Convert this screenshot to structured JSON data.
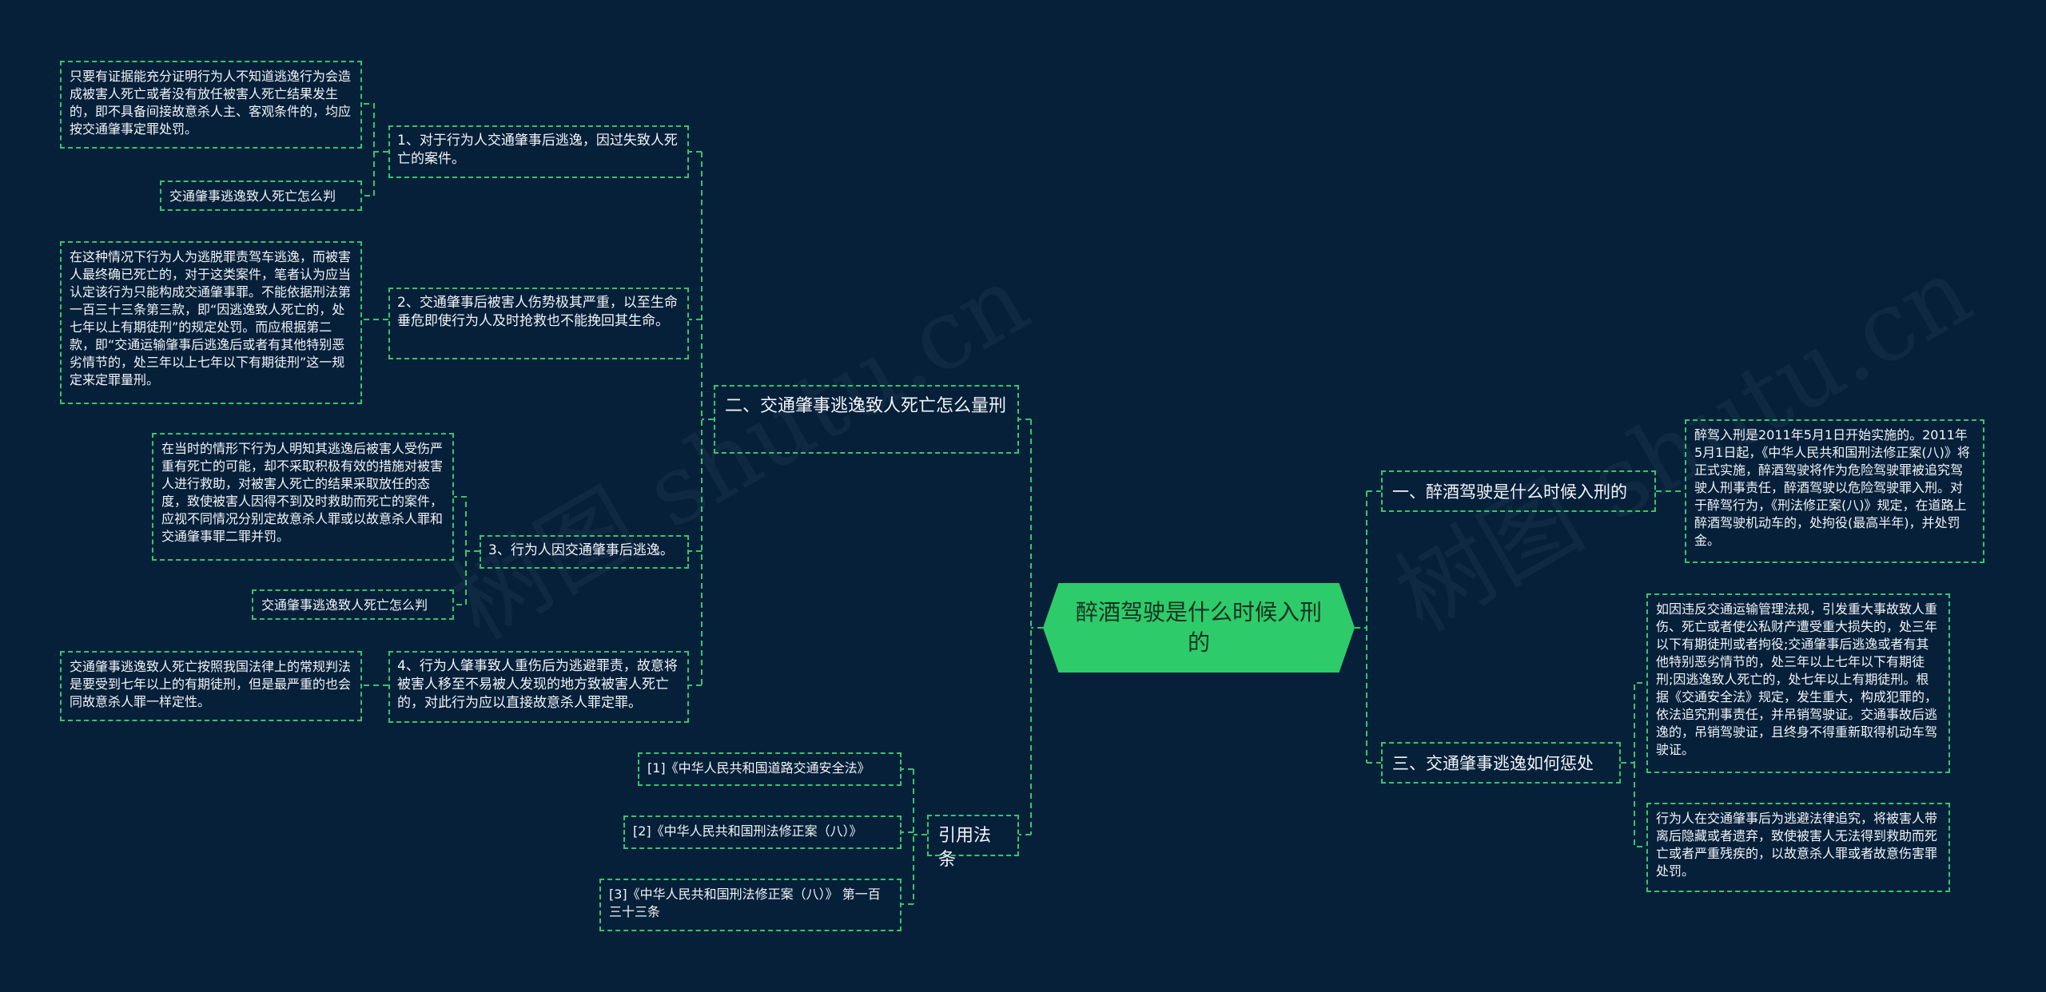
{
  "watermark": {
    "left": "树图 shutu.cn",
    "right": "树图 shutu.cn"
  },
  "root": {
    "label": "醉酒驾驶是什么时候入刑的"
  },
  "colors": {
    "background": "#06203a",
    "accent": "#2ecb6a",
    "line": "#39c46a",
    "text": "#f2f4f7"
  },
  "right": {
    "b1": {
      "label": "一、醉酒驾驶是什么时候入刑的",
      "leaf": "醉驾入刑是2011年5月1日开始实施的。2011年5月1日起，《中华人民共和国刑法修正案(八)》将正式实施，醉酒驾驶将作为危险驾驶罪被追究驾驶人刑事责任，醉酒驾驶以危险驾驶罪入刑。对于醉驾行为，《刑法修正案(八)》规定，在道路上醉酒驾驶机动车的，处拘役(最高半年)，并处罚金。"
    },
    "b3": {
      "label": "三、交通肇事逃逸如何惩处",
      "leaf1": "如因违反交通运输管理法规，引发重大事故致人重伤、死亡或者使公私财产遭受重大损失的，处三年以下有期徒刑或者拘役;交通肇事后逃逸或者有其他特别恶劣情节的，处三年以上七年以下有期徒刑;因逃逸致人死亡的，处七年以上有期徒刑。根据《交通安全法》规定，发生重大，构成犯罪的，依法追究刑事责任，并吊销驾驶证。交通事故后逃逸的，吊销驾驶证，且终身不得重新取得机动车驾驶证。",
      "leaf2": "行为人在交通肇事后为逃避法律追究，将被害人带离后隐藏或者遗弃，致使被害人无法得到救助而死亡或者严重残疾的，以故意杀人罪或者故意伤害罪处罚。"
    }
  },
  "left": {
    "b2": {
      "label": "二、交通肇事逃逸致人死亡怎么量刑",
      "s1": {
        "label": "1、对于行为人交通肇事后逃逸，因过失致人死亡的案件。",
        "leaf1": "只要有证据能充分证明行为人不知道逃逸行为会造成被害人死亡或者没有放任被害人死亡结果发生的，即不具备间接故意杀人主、客观条件的，均应按交通肇事定罪处罚。",
        "leaf2": "交通肇事逃逸致人死亡怎么判"
      },
      "s2": {
        "label": "2、交通肇事后被害人伤势极其严重，以至生命垂危即使行为人及时抢救也不能挽回其生命。",
        "leaf1": "在这种情况下行为人为逃脱罪责驾车逃逸，而被害人最终确已死亡的，对于这类案件，笔者认为应当认定该行为只能构成交通肇事罪。不能依据刑法第一百三十三条第三款，即“因逃逸致人死亡的，处七年以上有期徒刑”的规定处罚。而应根据第二款，即“交通运输肇事后逃逸后或者有其他特别恶劣情节的，处三年以上七年以下有期徒刑”这一规定来定罪量刑。"
      },
      "s3": {
        "label": "3、行为人因交通肇事后逃逸。",
        "leaf1": "在当时的情形下行为人明知其逃逸后被害人受伤严重有死亡的可能，却不采取积极有效的措施对被害人进行救助，对被害人死亡的结果采取放任的态度，致使被害人因得不到及时救助而死亡的案件，应视不同情况分别定故意杀人罪或以故意杀人罪和交通肇事罪二罪并罚。",
        "leaf2": "交通肇事逃逸致人死亡怎么判"
      },
      "s4": {
        "label": "4、行为人肇事致人重伤后为逃避罪责，故意将被害人移至不易被人发现的地方致被害人死亡的，对此行为应以直接故意杀人罪定罪。",
        "leaf1": "交通肇事逃逸致人死亡按照我国法律上的常规判法是要受到七年以上的有期徒刑，但是最严重的也会同故意杀人罪一样定性。"
      }
    },
    "b4": {
      "label": "引用法条",
      "refs": [
        "[1]《中华人民共和国道路交通安全法》",
        "[2]《中华人民共和国刑法修正案（八）》",
        "[3]《中华人民共和国刑法修正案（八）》 第一百三十三条"
      ]
    }
  }
}
